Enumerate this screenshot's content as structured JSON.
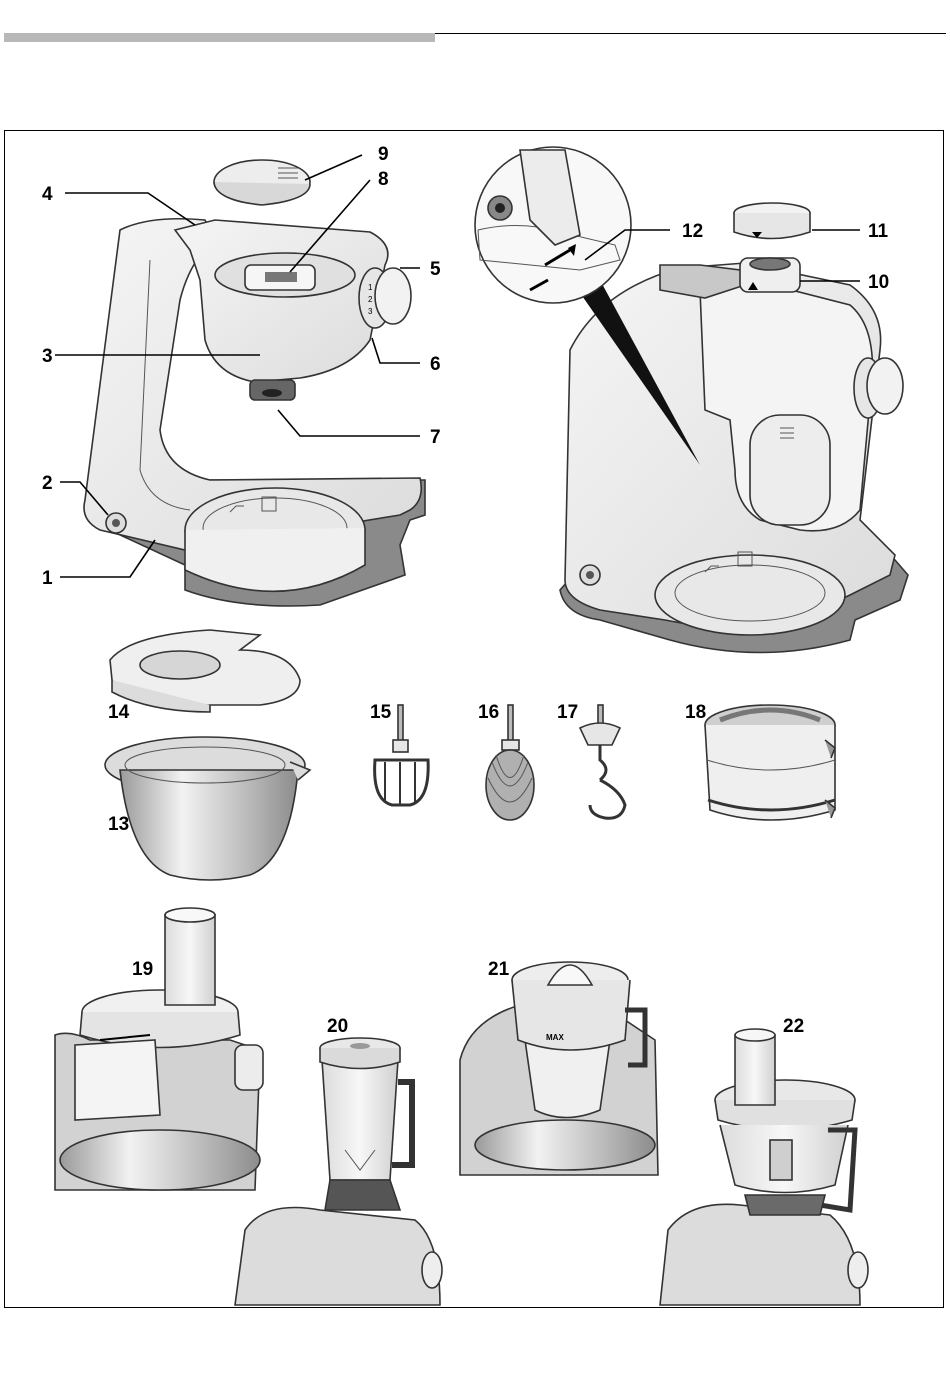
{
  "figure": {
    "labels": {
      "l1": "1",
      "l2": "2",
      "l3": "3",
      "l4": "4",
      "l5": "5",
      "l6": "6",
      "l7": "7",
      "l8": "8",
      "l9": "9",
      "l10": "10",
      "l11": "11",
      "l12": "12",
      "l13": "13",
      "l14": "14",
      "l15": "15",
      "l16": "16",
      "l17": "17",
      "l18": "18",
      "l19": "19",
      "l20": "20",
      "l21": "21",
      "l22": "22"
    },
    "dial_marks": [
      "1",
      "2",
      "3"
    ],
    "max_mark": "MAX"
  },
  "colors": {
    "body_fill": "#ececec",
    "base_dark": "#8a8a8a",
    "outline": "#333333",
    "steel": "#c8c8c8"
  }
}
